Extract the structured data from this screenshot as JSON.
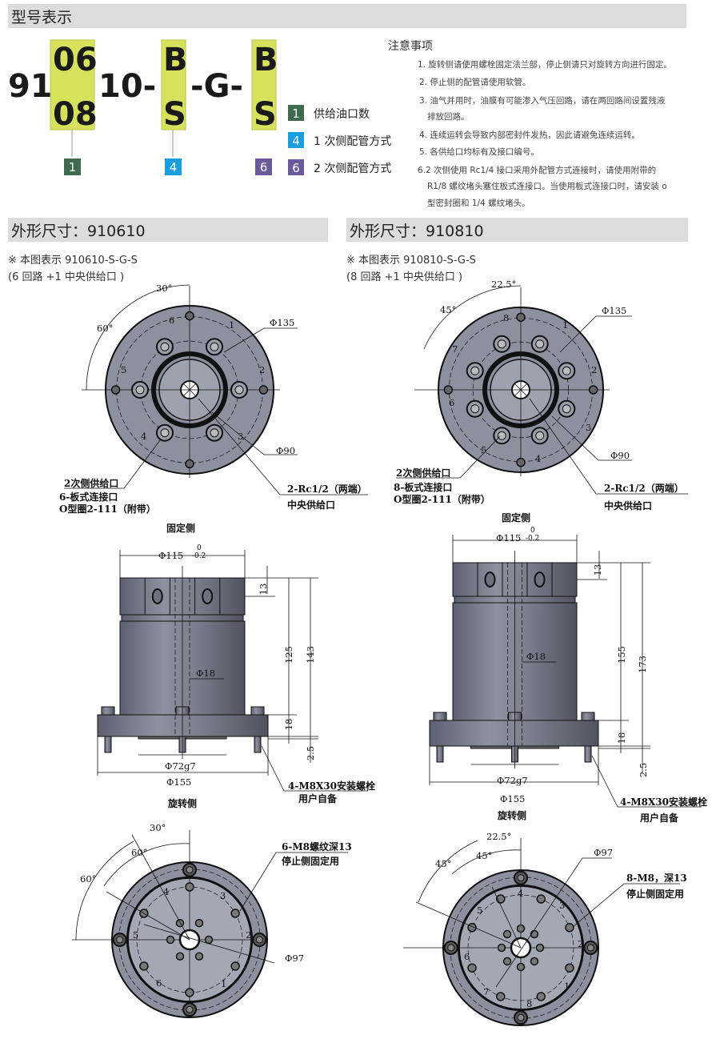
{
  "model_section": {
    "title": "型号表示",
    "code": {
      "prefix": "91",
      "box1_options": [
        "06",
        "08"
      ],
      "middle": "10-",
      "box2_options": [
        "B",
        "S"
      ],
      "sep": "-G-",
      "box3_options": [
        "B",
        "S"
      ],
      "box1_tag": "1",
      "box2_tag": "4",
      "box3_tag": "6"
    },
    "legend": [
      {
        "tag": "1",
        "label": "供给油口数",
        "color": "#3f6b4c"
      },
      {
        "tag": "4",
        "label": "1 次侧配管方式",
        "color": "#1a9ee0"
      },
      {
        "tag": "6",
        "label": "2 次侧配管方式",
        "color": "#6a5a9b"
      }
    ],
    "box_color": "#d6e25c"
  },
  "notes": {
    "title": "注意事项",
    "lines": [
      "1. 旋转侧请使用螺栓固定法兰部，停止侧请只对旋转方向进行固定。",
      "2. 停止侧的配管请使用软管。",
      "3. 油气并用时，油膜有可能渗入气压回路，请在两回路间设置残液",
      "排放回路。",
      "4. 连续运转会导致内部密封件发热，因此请避免连续运转。",
      "5. 各供给口均标有及接口编号。",
      "6.2 次侧使用 Rc1/4 接口采用外配管方式连接时，请使用附带的",
      "R1/8 螺纹堵头塞住板式连接口。当使用板式连接口时，请安装 o",
      "型密封圈和 1/4 螺纹堵头。"
    ]
  },
  "dims_left": {
    "title": "外形尺寸：910610",
    "subtitle1": "※ 本图表示 910610-S-G-S",
    "subtitle2": "(6 回路 +1 中央供给口 )",
    "top": {
      "angle1": "30°",
      "angle2": "60°",
      "d_outer": "Φ135",
      "d_inner": "Φ90",
      "ports": [
        "1",
        "2",
        "3",
        "4",
        "5",
        "6"
      ],
      "callout_left": [
        "2次侧供给口",
        "6-板式连接口",
        "O型圈2-111（附带）"
      ],
      "callout_right": [
        "2-Rc1/2（两端）",
        "中央供给口"
      ]
    },
    "side": {
      "top_label": "固定侧",
      "d_top": "Φ115",
      "tol_upper": "0",
      "tol_lower": "-0.2",
      "h_cap": "13",
      "h_body": "125",
      "h_total": "143",
      "h_flange": "18",
      "h_spigot": "2.5",
      "d_bore": "Φ18",
      "d_spigot": "Φ72g7",
      "d_flange": "Φ155",
      "bolt_callout": [
        "4-M8X30安装螺栓",
        "用户自备"
      ],
      "bottom_label": "旋转侧"
    },
    "bottom": {
      "angle1": "30°",
      "angle2": "60°",
      "angle3": "60°",
      "d_pcd": "Φ97",
      "ports": [
        "1",
        "2",
        "3",
        "4",
        "5",
        "6"
      ],
      "callout": [
        "6-M8螺纹深13",
        "停止侧固定用"
      ]
    }
  },
  "dims_right": {
    "title": "外形尺寸：910810",
    "subtitle1": "※ 本图表示 910810-S-G-S",
    "subtitle2": "(8 回路 +1 中央供给口 )",
    "top": {
      "angle1": "22.5°",
      "angle2": "45°",
      "d_outer": "Φ135",
      "d_inner": "Φ90",
      "ports": [
        "1",
        "2",
        "3",
        "4",
        "5",
        "6",
        "7",
        "8"
      ],
      "callout_left": [
        "2次侧供给口",
        "8-板式连接口",
        "O型圈2-111（附带）"
      ],
      "callout_right": [
        "2-Rc1/2（两端）",
        "中央供给口"
      ]
    },
    "side": {
      "top_label": "固定侧",
      "d_top": "Φ115",
      "tol_upper": "0",
      "tol_lower": "-0.2",
      "h_cap": "13",
      "h_body": "155",
      "h_total": "173",
      "h_flange": "18",
      "h_spigot": "2.5",
      "d_bore": "Φ18",
      "d_spigot": "Φ72g7",
      "d_flange": "Φ155",
      "bolt_callout": [
        "4-M8X30安装螺栓",
        "用户自备"
      ],
      "bottom_label": "旋转侧"
    },
    "bottom": {
      "angle1": "22.5°",
      "angle2": "45°",
      "angle3": "45°",
      "d_pcd": "Φ97",
      "ports": [
        "1",
        "2",
        "3",
        "4",
        "5",
        "6",
        "7",
        "8"
      ],
      "callout": [
        "8-M8，深13",
        "停止侧固定用"
      ]
    }
  }
}
